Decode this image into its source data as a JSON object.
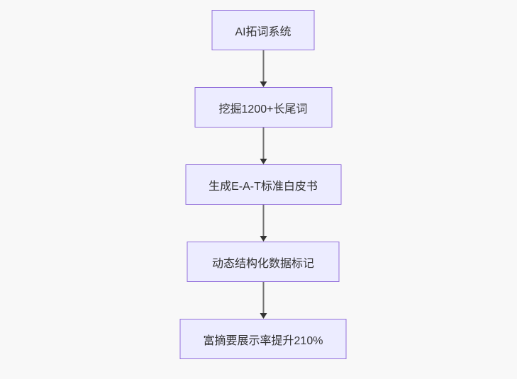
{
  "flowchart": {
    "type": "vertical-flowchart",
    "nodes": [
      {
        "id": "n1",
        "label": "AI拓词系统"
      },
      {
        "id": "n2",
        "label": "挖掘1200+长尾词"
      },
      {
        "id": "n3",
        "label": "生成E-A-T标准白皮书"
      },
      {
        "id": "n4",
        "label": "动态结构化数据标记"
      },
      {
        "id": "n5",
        "label": "富摘要展示率提升210%"
      }
    ],
    "edges": [
      {
        "from": "n1",
        "to": "n2"
      },
      {
        "from": "n2",
        "to": "n3"
      },
      {
        "from": "n3",
        "to": "n4"
      },
      {
        "from": "n4",
        "to": "n5"
      }
    ],
    "colors": {
      "node_fill": "#ECECFF",
      "node_border": "#9370DB",
      "arrow_line": "#707070",
      "arrow_head": "#333333",
      "text": "#333333",
      "background": "#f8f8f8"
    }
  }
}
